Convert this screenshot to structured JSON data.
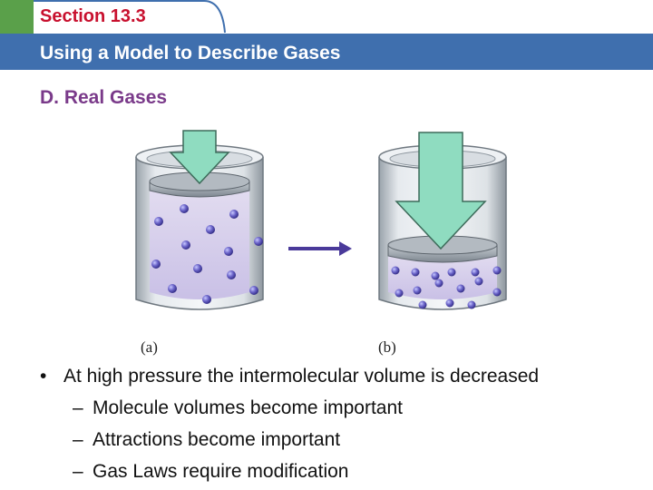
{
  "header": {
    "section": "Section 13.3",
    "title": "Using a Model to Describe Gases",
    "accent_color": "#3f6fae",
    "section_color": "#c8102e",
    "square_color": "#5aa04a"
  },
  "subhead": "D. Real Gases",
  "figure": {
    "caption_a": "(a)",
    "caption_b": "(b)"
  },
  "bullets": {
    "main": "At high pressure the intermolecular volume is decreased",
    "subs": [
      "Molecule volumes become important",
      "Attractions become important",
      "Gas Laws require modification"
    ]
  }
}
